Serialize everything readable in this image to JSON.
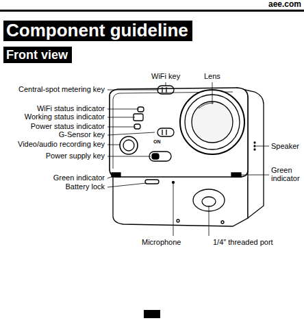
{
  "diagram": {
    "title": "Component guideline",
    "labels": [
      "aee.com",
      "Front view",
      "WiFi key",
      "Lens",
      "Central-spot metering key",
      "WiFi status indicator",
      "Working status indicator",
      "Power status indicator",
      "G-Sensor key",
      "Video/audio recording key",
      "Power supply key",
      "Green indicator",
      "Battery lock",
      "Speaker",
      "Green indicator",
      "Microphone",
      "1/4″ threaded port",
      "ON"
    ]
  }
}
